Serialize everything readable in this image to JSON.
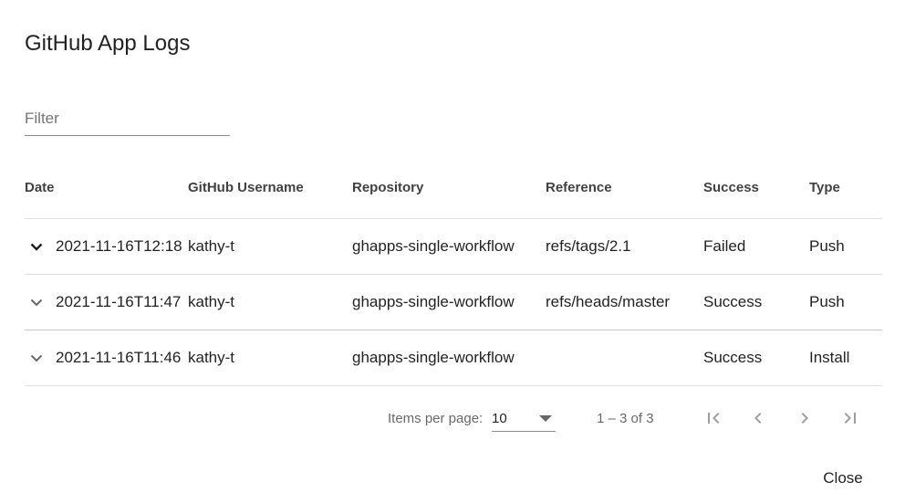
{
  "dialog": {
    "title": "GitHub App Logs",
    "filter_placeholder": "Filter",
    "filter_value": "",
    "close_label": "Close"
  },
  "table": {
    "headers": {
      "date": "Date",
      "username": "GitHub Username",
      "repository": "Repository",
      "reference": "Reference",
      "success": "Success",
      "type": "Type"
    },
    "rows": [
      {
        "date": "2021-11-16T12:18",
        "username": "kathy-t",
        "repository": "ghapps-single-workflow",
        "reference": "refs/tags/2.1",
        "success": "Failed",
        "type": "Push"
      },
      {
        "date": "2021-11-16T11:47",
        "username": "kathy-t",
        "repository": "ghapps-single-workflow",
        "reference": "refs/heads/master",
        "success": "Success",
        "type": "Push"
      },
      {
        "date": "2021-11-16T11:46",
        "username": "kathy-t",
        "repository": "ghapps-single-workflow",
        "reference": "",
        "success": "Success",
        "type": "Install"
      }
    ]
  },
  "paginator": {
    "items_per_page_label": "Items per page:",
    "page_size": "10",
    "range_label": "1 – 3 of 3"
  },
  "icons": {
    "expand": "chevron-down-icon",
    "first_page": "first-page-icon",
    "prev_page": "chevron-left-icon",
    "next_page": "chevron-right-icon",
    "last_page": "last-page-icon"
  }
}
